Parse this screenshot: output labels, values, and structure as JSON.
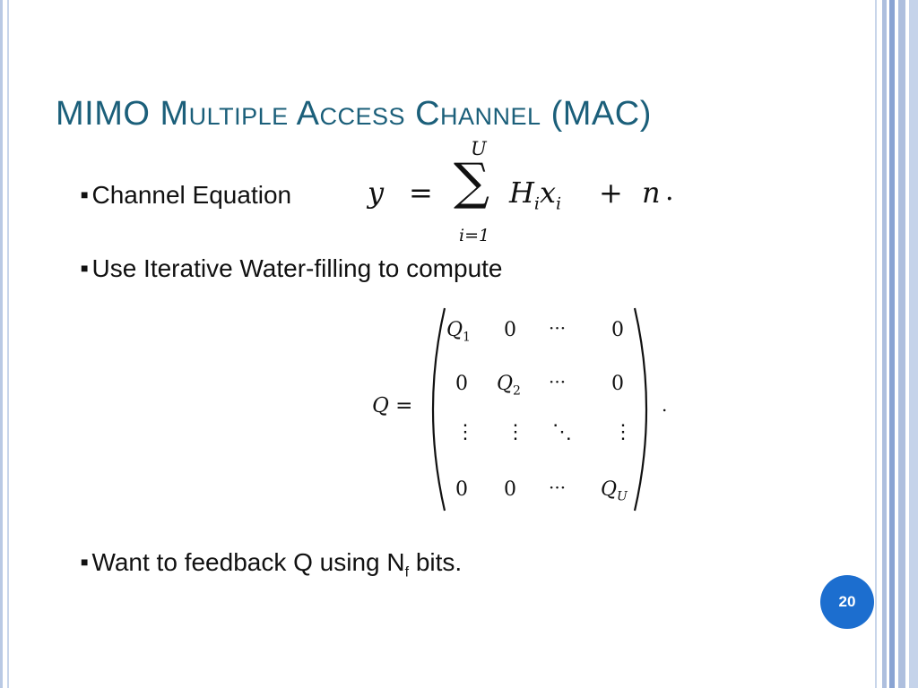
{
  "slide": {
    "title_lead": "MIMO ",
    "title_sc": "Multiple Access Channel",
    "title_tail": " (MAC)",
    "bullets": [
      {
        "text": "Channel Equation"
      },
      {
        "text": "Use Iterative Water-filling to compute"
      },
      {
        "text_before_sub": "Want to feedback Q using N",
        "sub": "f",
        "text_after_sub": " bits."
      }
    ],
    "equation": {
      "lhs": "y",
      "eq": "=",
      "sum_upper": "U",
      "sum_lower": "i=1",
      "sum_symbol": "∑",
      "term_H": "H",
      "term_H_sub": "i",
      "term_x": "x",
      "term_x_sub": "i",
      "plus": "+",
      "noise": "n",
      "period": "."
    },
    "matrix": {
      "lhs": "Q =",
      "rows": [
        [
          "Q1",
          "0",
          "···",
          "0"
        ],
        [
          "0",
          "Q2",
          "···",
          "0"
        ],
        [
          "⋮",
          "⋮",
          "⋱",
          "⋮"
        ],
        [
          "0",
          "0",
          "···",
          "QU"
        ]
      ],
      "period": "."
    },
    "page_number": "20"
  }
}
